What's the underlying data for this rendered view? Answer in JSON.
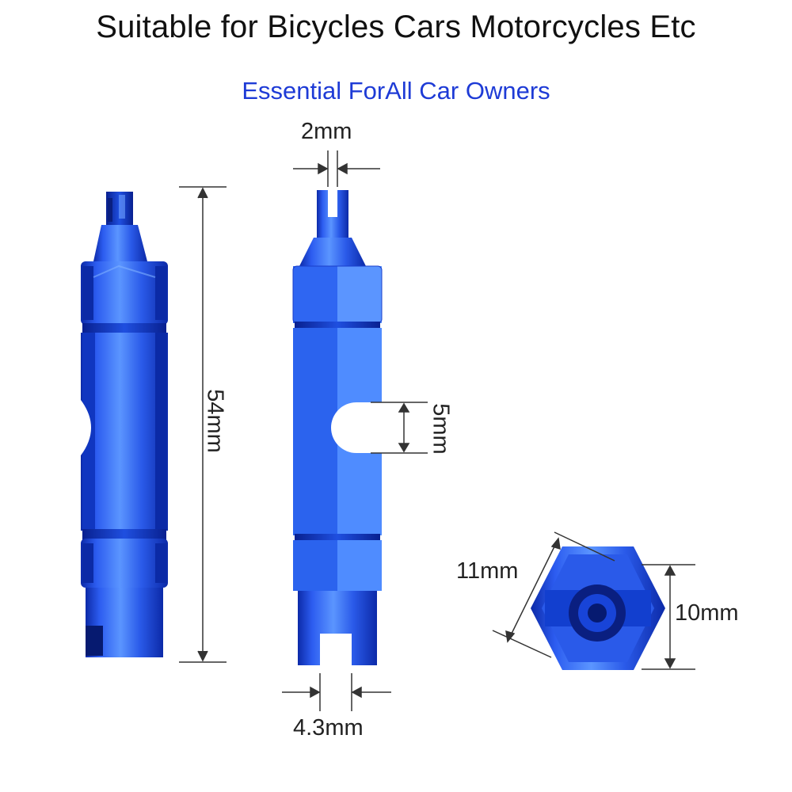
{
  "header": {
    "title": "Suitable for Bicycles Cars Motorcycles Etc",
    "subtitle": "Essential ForAll Car Owners"
  },
  "dimensions": {
    "tip_width": "2mm",
    "length": "54mm",
    "slot_width": "5mm",
    "fork_width": "4.3mm",
    "hex_across_corners": "11mm",
    "hex_across_flats": "10mm"
  },
  "colors": {
    "accent": "#1e3bd6",
    "tool_blue": "#1f52e8",
    "tool_dark": "#0c2aa8",
    "tool_light": "#4f8cff",
    "line": "#333333"
  }
}
